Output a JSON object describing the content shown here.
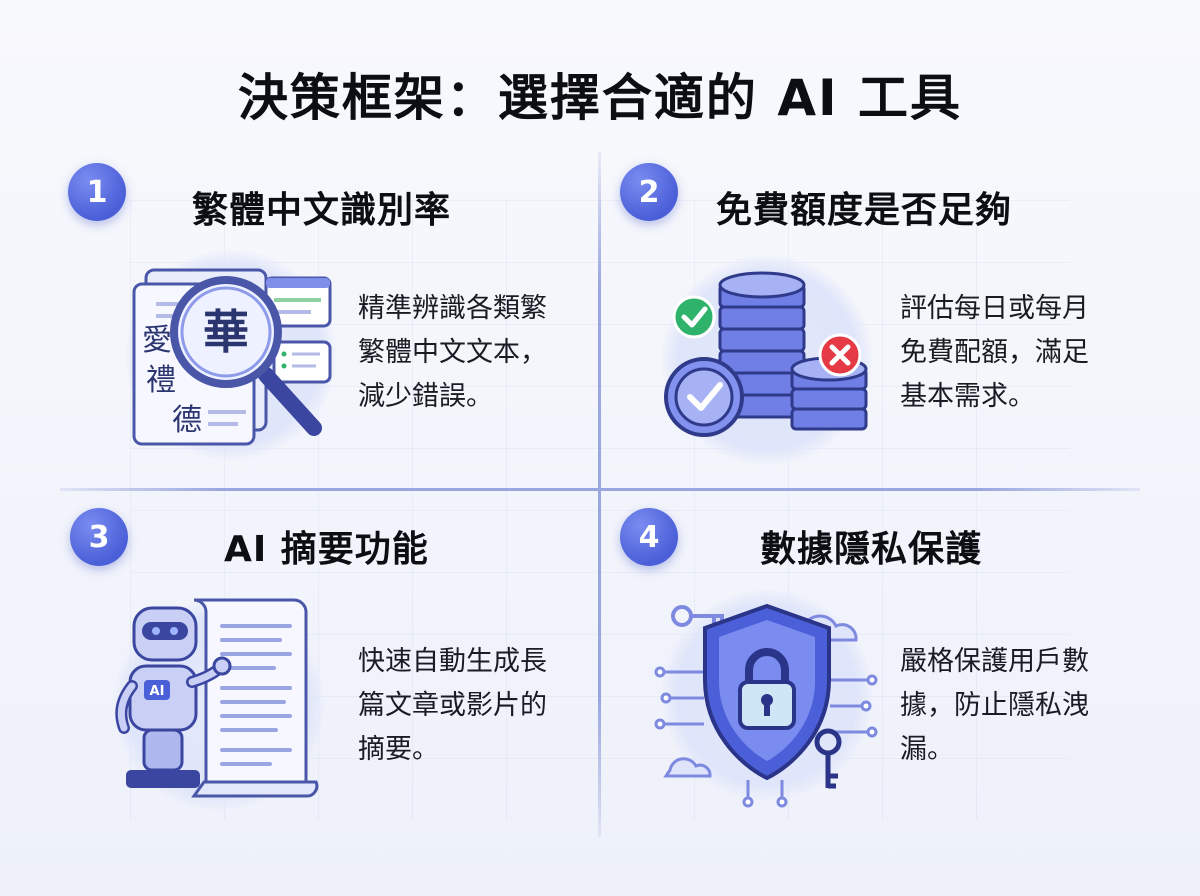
{
  "title": "決策框架：選擇合適的 AI 工具",
  "colors": {
    "accent": "#4b5fd8",
    "divider": "#9aa6df",
    "check": "#2fb36a",
    "cross": "#e53945"
  },
  "items": [
    {
      "number": "1",
      "heading": "繁體中文識別率",
      "description": "精準辨識各類繁\n繁體中文文本，\n減少錯誤。",
      "icon": "magnifier-document-icon",
      "chars": [
        "愛",
        "華",
        "禮",
        "德"
      ]
    },
    {
      "number": "2",
      "heading": "免費額度是否足夠",
      "description": "評估每日或每月\n免費配額，滿足\n基本需求。",
      "icon": "coin-stack-icon"
    },
    {
      "number": "3",
      "heading": "AI 摘要功能",
      "description": "快速自動生成長\n篇文章或影片的\n摘要。",
      "icon": "robot-scroll-icon",
      "badge": "AI"
    },
    {
      "number": "4",
      "heading": "數據隱私保護",
      "description": "嚴格保護用戶數\n據，防止隱私洩\n漏。",
      "icon": "shield-lock-icon"
    }
  ]
}
